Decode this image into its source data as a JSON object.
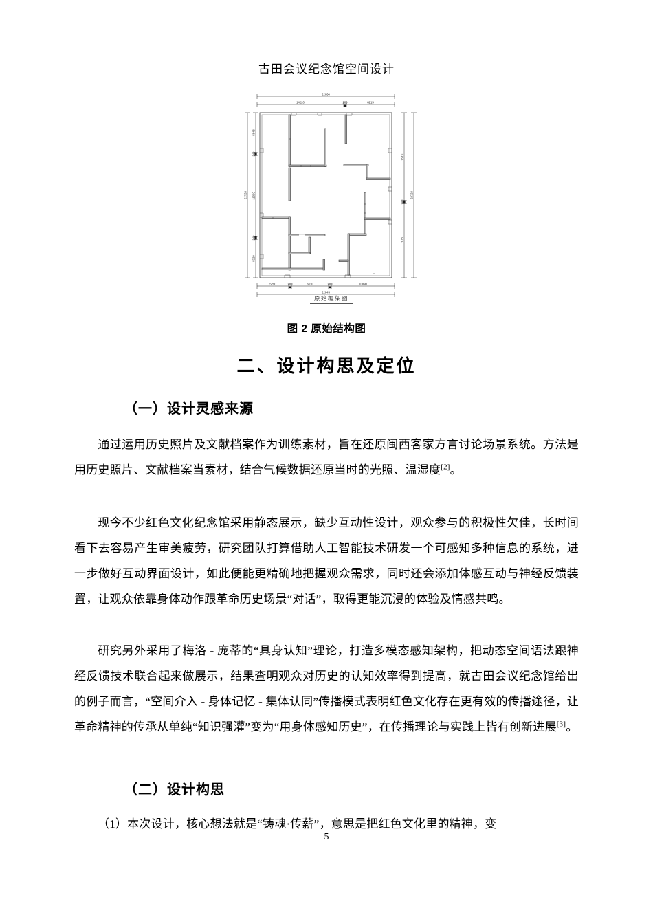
{
  "header": {
    "title": "古田会议纪念馆空间设计"
  },
  "figure": {
    "drawing_label": "原始框架图",
    "caption": "图 2  原始结构图",
    "dimensions": {
      "top_overall": "22660",
      "top_segments": [
        "14220",
        "280",
        "8215"
      ],
      "bottom_overall": "22845",
      "bottom_segments": [
        "5290",
        "280",
        "6110",
        "280",
        "10890"
      ],
      "left_overall": "22728",
      "left_segments": [
        "5648",
        "240",
        "11360",
        "240",
        "5020"
      ],
      "right_overall": "22728",
      "right_segments": [
        "15310",
        "240",
        "7178"
      ]
    }
  },
  "headings": {
    "section": "二、设计构思及定位",
    "sub_inspiration": "（一）设计灵感来源",
    "sub_concept": "（二）设计构思"
  },
  "body": {
    "para_1_a": "通过运用历史照片及文献档案作为训练素材，旨在还原闽西客家方言讨论场景系统。方法是用历史照片、文献档案当素材，结合气候数据还原当时的光照、温湿度",
    "para_1_cite": "[2]",
    "para_1_b": "。",
    "para_2": "现今不少红色文化纪念馆采用静态展示，缺少互动性设计，观众参与的积极性欠佳，长时间看下去容易产生审美疲劳，研究团队打算借助人工智能技术研发一个可感知多种信息的系统，进一步做好互动界面设计，如此便能更精确地把握观众需求，同时还会添加体感互动与神经反馈装置，让观众依靠身体动作跟革命历史场景“对话”，取得更能沉浸的体验及情感共鸣。",
    "para_3_a": "研究另外采用了梅洛 - 庞蒂的“具身认知”理论，打造多模态感知架构，把动态空间语法跟神经反馈技术联合起来做展示，结果查明观众对历史的认知效率得到提高，就古田会议纪念馆给出的例子而言，“空间介入 - 身体记忆 - 集体认同”传播模式表明红色文化存在更有效的传播途径，让革命精神的传承从单纯“知识强灌”变为“用身体感知历史”，在传播理论与实践上皆有创新进展",
    "para_3_cite": "[3]",
    "para_3_b": "。",
    "para_4": "（1）本次设计，核心想法就是“铸魂·传薪”，意思是把红色文化里的精神，变"
  },
  "page_number": "5"
}
